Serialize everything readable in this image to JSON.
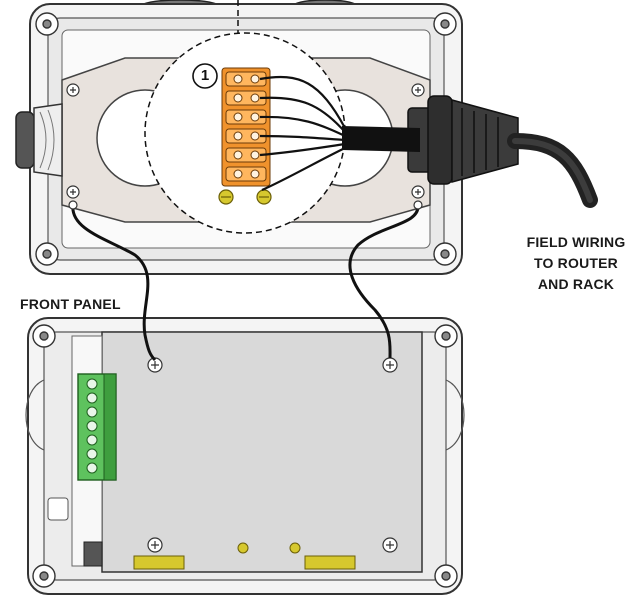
{
  "labels": {
    "front_panel": "FRONT PANEL",
    "field_wiring": [
      "FIELD WIRING",
      "TO ROUTER",
      "AND RACK"
    ],
    "callout_1": "1"
  },
  "colors": {
    "terminal_block": "#f0922c",
    "screw_yellow": "#d6c82e",
    "connector_green": "#5ec25e",
    "mounting_plate": "#e8e2dd",
    "pcb_board": "#d9d9d9",
    "enclosure": "#f2f2f2",
    "outline": "#333333"
  }
}
